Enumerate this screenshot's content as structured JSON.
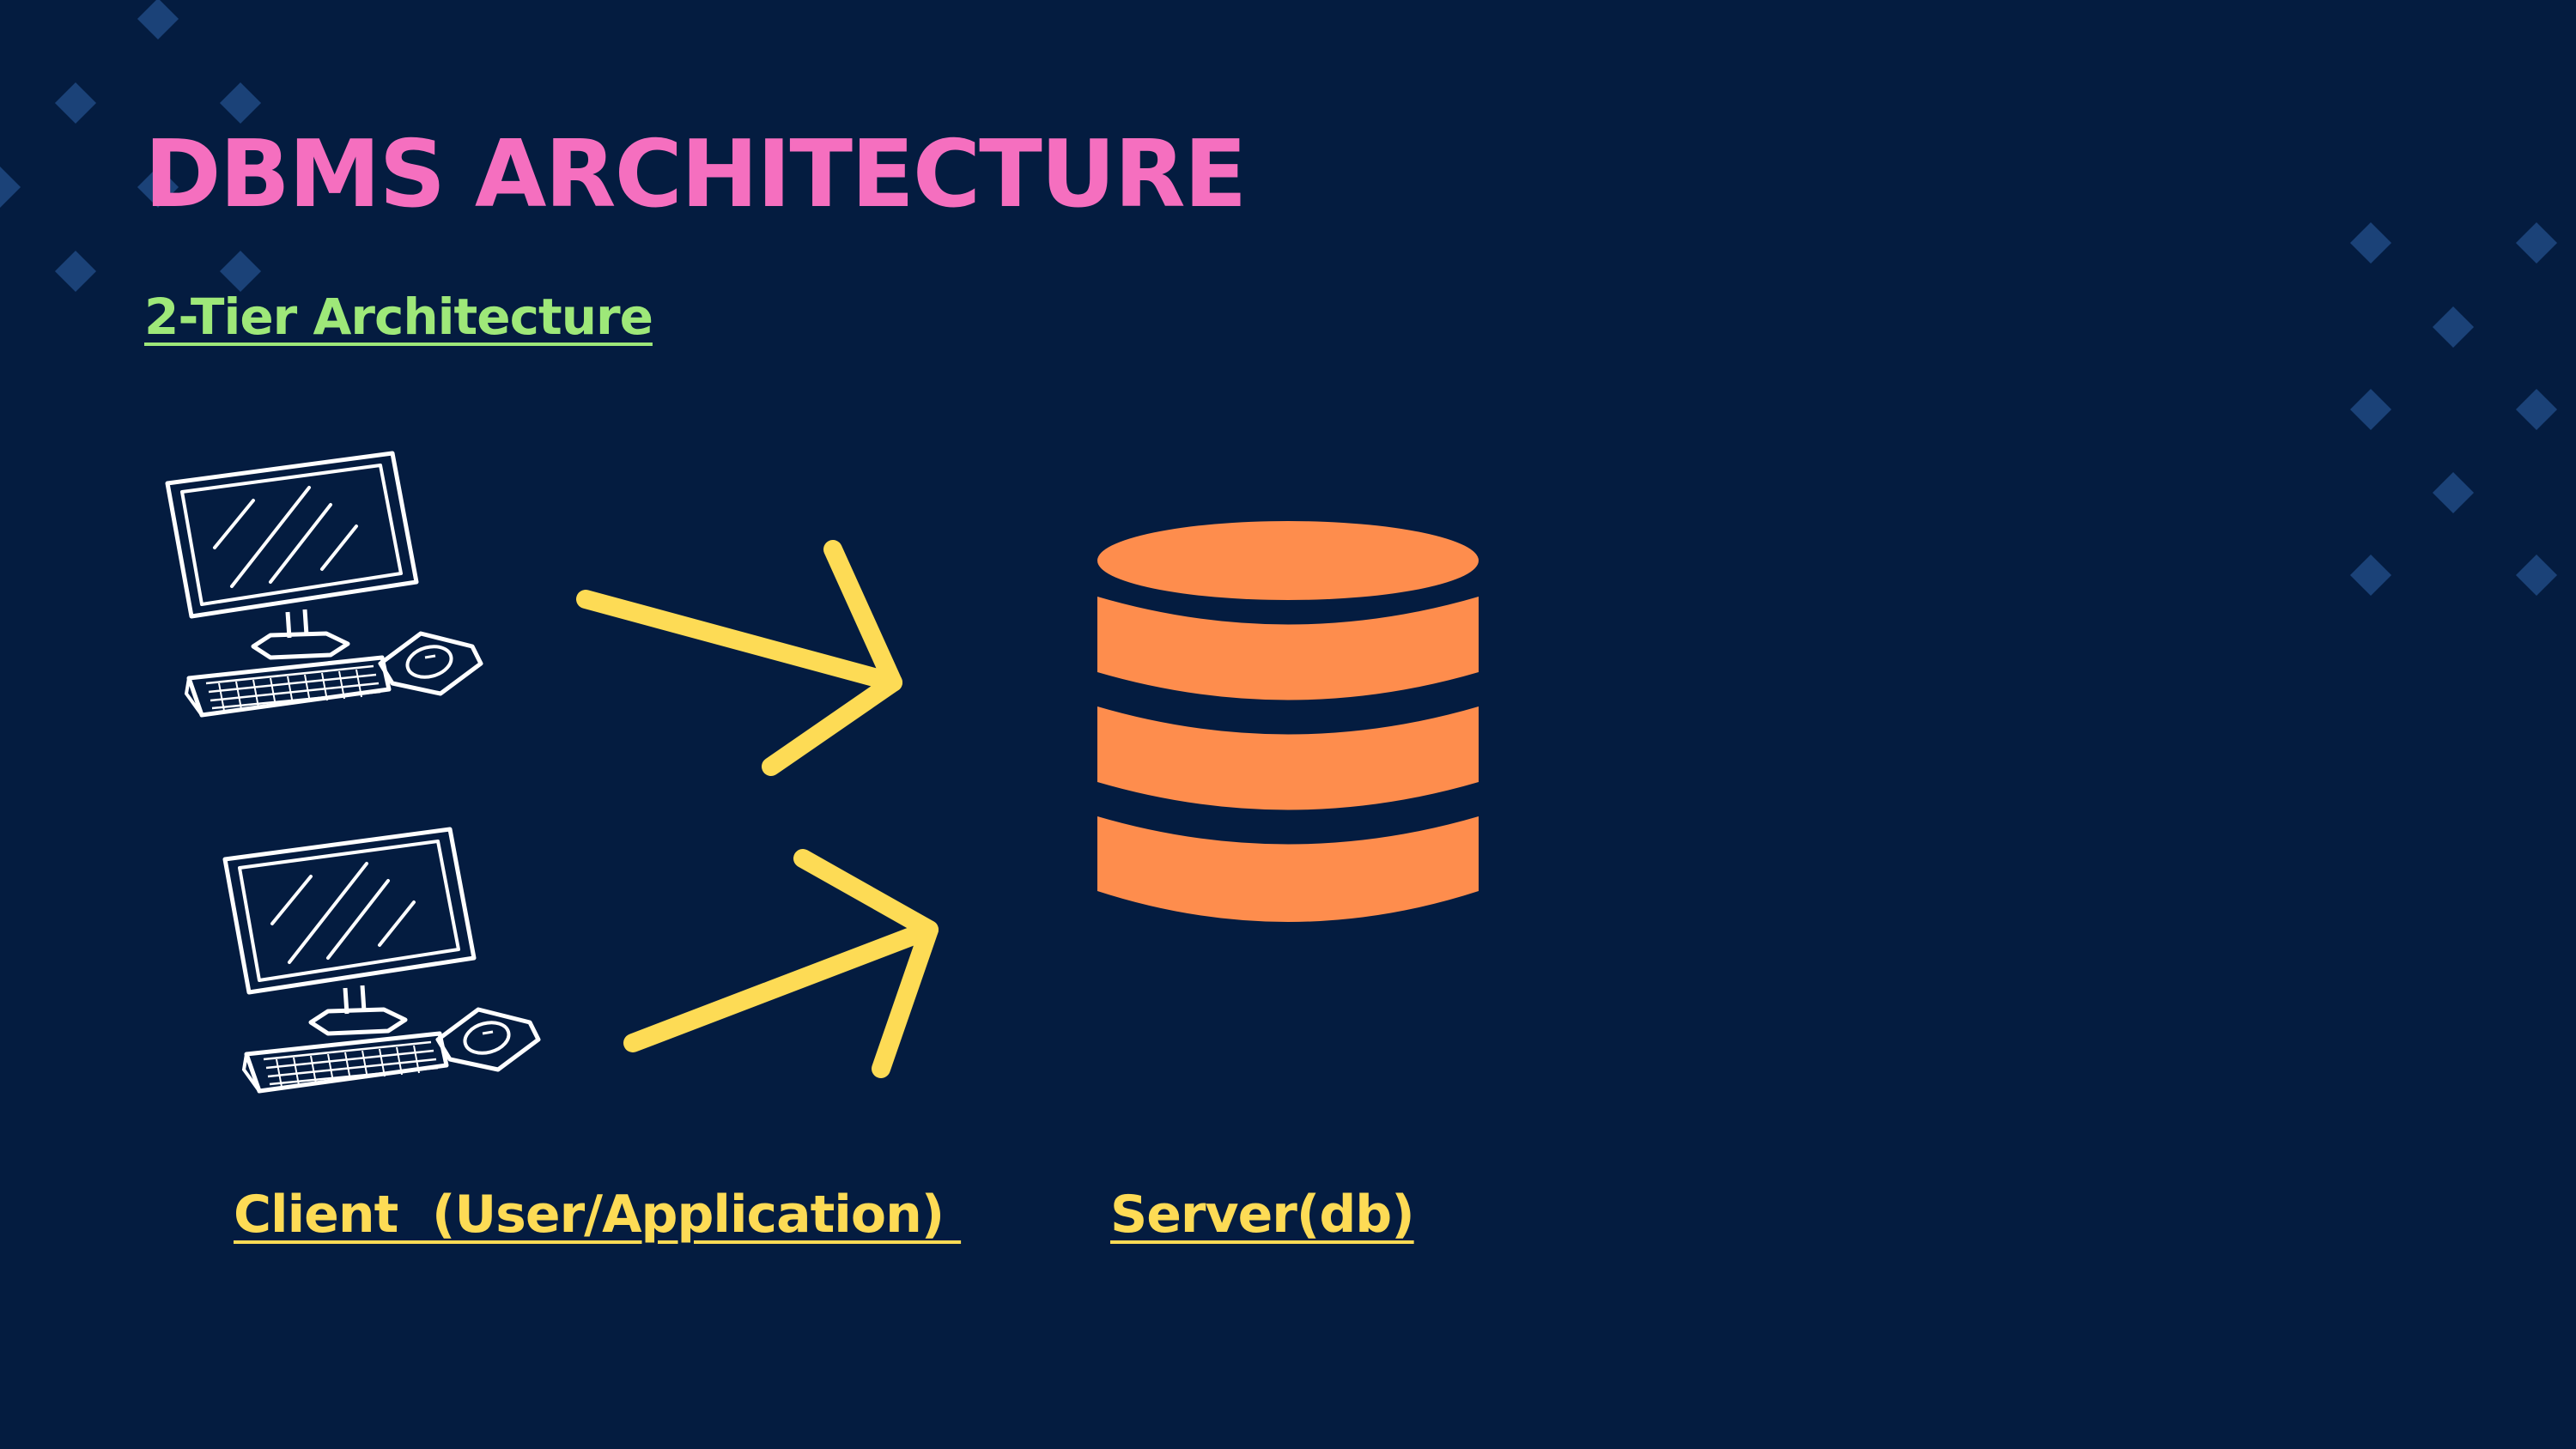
{
  "slide": {
    "title": "DBMS ARCHITECTURE",
    "subtitle": "2-Tier Architecture",
    "client_label": "Client  (User/Application) ",
    "server_label": "Server(db)"
  },
  "icons": {
    "client_computer": "computer-sketch-icon",
    "server": "database-icon",
    "arrow": "arrow-icon"
  },
  "colors": {
    "background": "#041c40",
    "title": "#f56fbf",
    "subtitle": "#9ee879",
    "labels": "#fddb55",
    "arrows": "#fddb55",
    "database": "#fe8d4d",
    "decor_diamonds": "#1b4278"
  }
}
